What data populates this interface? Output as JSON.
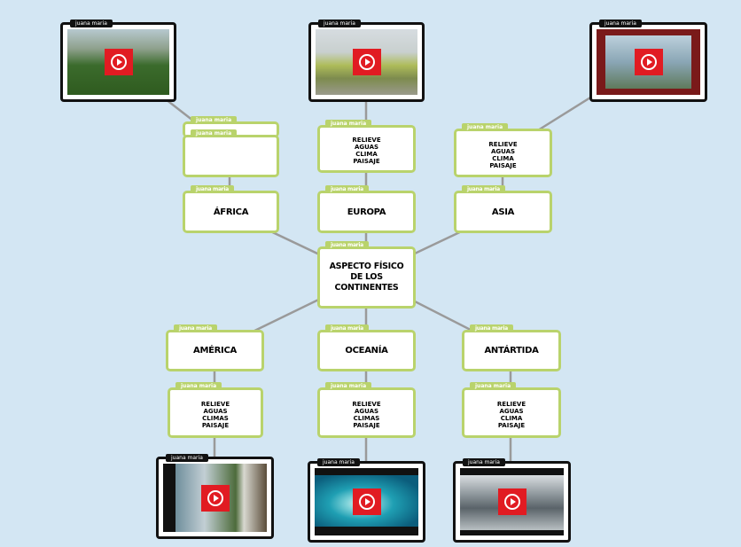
{
  "author": "juana maria",
  "center": {
    "label": "ASPECTO FÍSICO DE LOS CONTINENTES"
  },
  "continents": {
    "africa": "ÁFRICA",
    "europa": "EUROPA",
    "asia": "ASIA",
    "america": "AMÉRICA",
    "oceania": "OCEANÍA",
    "antartida": "ANTÁRTIDA"
  },
  "topics": {
    "europa": [
      "RELIEVE",
      "AGUAS",
      "CLIMA",
      "PAISAJE"
    ],
    "asia": [
      "RELIEVE",
      "AGUAS",
      "CLIMA",
      "PAISAJE"
    ],
    "america": [
      "RELIEVE",
      "AGUAS",
      "CLIMAS",
      "PAISAJE"
    ],
    "oceania": [
      "RELIEVE",
      "AGUAS",
      "CLIMAS",
      "PAISAJE"
    ],
    "antartida": [
      "RELIEVE",
      "AGUAS",
      "CLIMA",
      "PAISAJE"
    ]
  },
  "icons": {
    "video": "play-video-icon"
  },
  "colors": {
    "background": "#d3e6f3",
    "node_border": "#b9d36c",
    "media_border": "#111111",
    "play_button": "#e11b22",
    "link": "#9a9a9a"
  }
}
